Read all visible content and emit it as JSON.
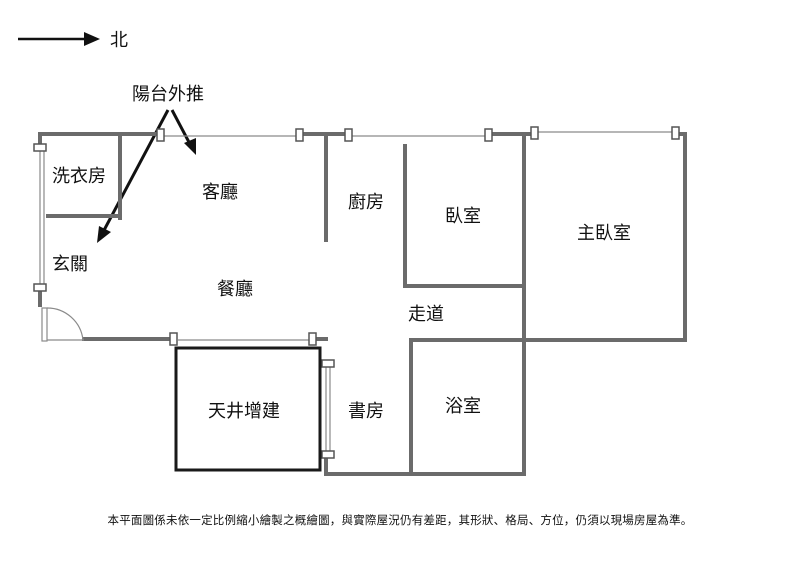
{
  "compass": {
    "label": "北"
  },
  "balcony_note": {
    "label": "陽台外推"
  },
  "rooms": {
    "laundry": "洗衣房",
    "living": "客廳",
    "entrance": "玄關",
    "dining": "餐廳",
    "kitchen": "廚房",
    "bedroom": "臥室",
    "master_bedroom": "主臥室",
    "corridor": "走道",
    "skylight": "天井增建",
    "study": "書房",
    "bathroom": "浴室"
  },
  "disclaimer": "本平面圖係未依一定比例縮小繪製之概繪圖，與實際屋況仍有差距，其形狀、格局、方位，仍須以現場房屋為準。",
  "colors": {
    "wall": "#6b6b6b",
    "wall_dark": "#1a1a1a",
    "thin": "#8a8a8a"
  }
}
